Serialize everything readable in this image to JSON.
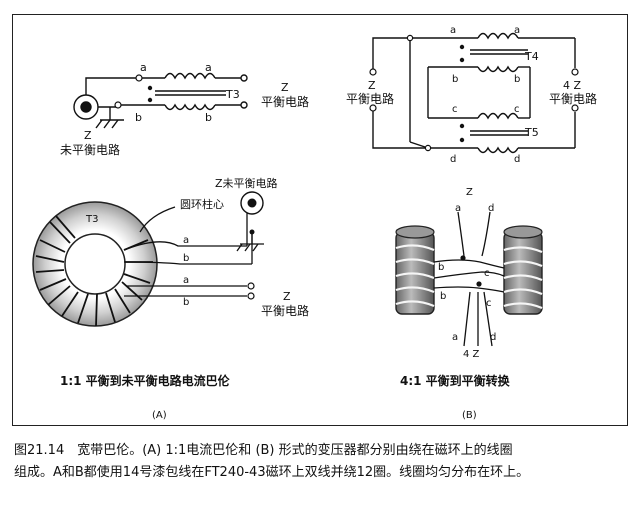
{
  "figure": {
    "caption_line1": "图21.14　宽带巴伦。(A) 1:1电流巴伦和 (B) 形式的变压器都分别由绕在磁环上的线圈",
    "caption_line2": "组成。A和B都使用14号漆包线在FT240-43磁环上双线并绕12圈。线圈均匀分布在环上。"
  },
  "panelA": {
    "t3": "T3",
    "a": "a",
    "b": "b",
    "z": "Z",
    "unbalanced": "未平衡电路",
    "balanced": "平衡电路",
    "core_label": "圆环柱心",
    "z_unbalanced": "Z未平衡电路",
    "subtitle": "1:1 平衡到未平衡电路电流巴伦",
    "panel_label": "(A)"
  },
  "panelB": {
    "t4": "T4",
    "t5": "T5",
    "a": "a",
    "b": "b",
    "c": "c",
    "d": "d",
    "z": "Z",
    "four_z": "4 Z",
    "balanced": "平衡电路",
    "subtitle": "4:1 平衡到平衡转换",
    "panel_label": "(B)"
  }
}
